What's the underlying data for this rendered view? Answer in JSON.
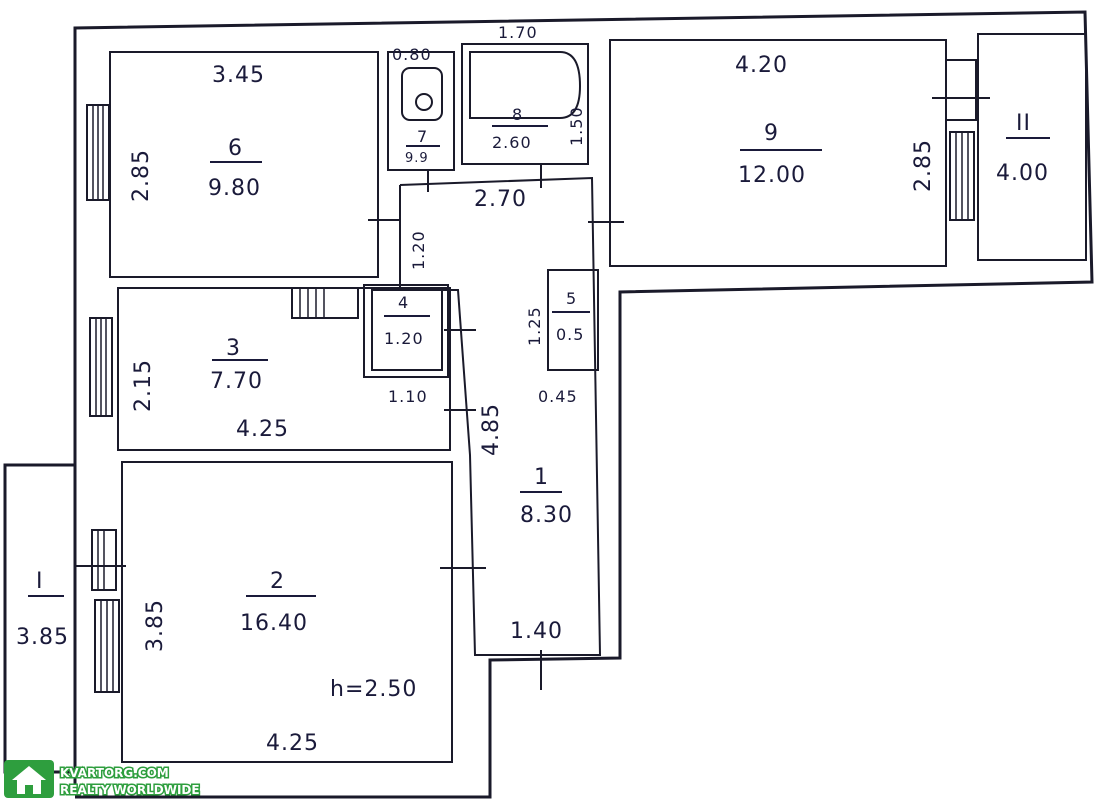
{
  "watermark": {
    "line1": "KVARTORG.COM",
    "line2": "REALTY WORLDWIDE",
    "accent": "#2e9e3e",
    "icon": "house-icon"
  },
  "rooms": {
    "r6": {
      "number": "6",
      "area": "9.80",
      "width": "3.45",
      "depth": "2.85"
    },
    "r7": {
      "number": "7",
      "area": "9.9",
      "width": "0.80"
    },
    "r8": {
      "number": "8",
      "area": "2.60",
      "width": "1.70",
      "depth": "1.50"
    },
    "r9": {
      "number": "9",
      "area": "12.00",
      "width": "4.20",
      "depth": "2.85"
    },
    "rII": {
      "number": "II",
      "area": "4.00"
    },
    "r3": {
      "number": "3",
      "area": "7.70",
      "width": "4.25",
      "depth": "2.15"
    },
    "r4": {
      "number": "4",
      "area": "1.20",
      "width": "1.10"
    },
    "r5": {
      "number": "5",
      "area": "0.5",
      "width": "0.45",
      "depth": "1.25"
    },
    "r1": {
      "number": "1",
      "area": "8.30",
      "width": "1.40",
      "depth": "4.85",
      "top": "2.70",
      "side": "1.20"
    },
    "r2": {
      "number": "2",
      "area": "16.40",
      "width": "4.25",
      "depth": "3.85",
      "height": "h=2.50"
    },
    "rI": {
      "number": "I",
      "area": "3.85"
    }
  },
  "colors": {
    "ink": "#1a1a3a",
    "paper": "#ffffff"
  }
}
